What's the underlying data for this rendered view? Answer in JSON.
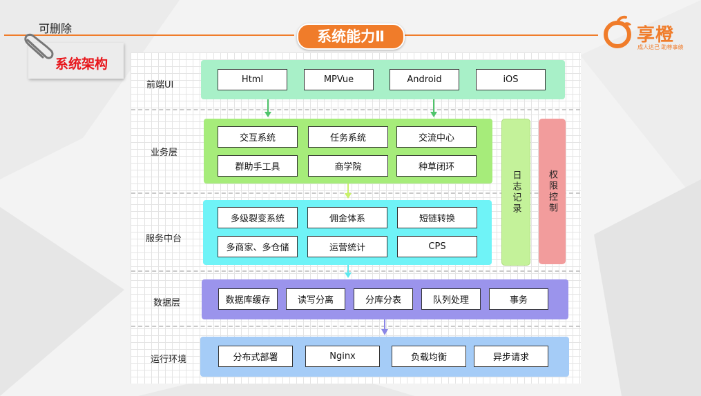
{
  "note": "可删除",
  "slide_title": "系统能力Ⅱ",
  "logo": {
    "name": "享橙",
    "slogan": "成人达己 助尊事绩"
  },
  "section_tag": "系统架构",
  "layers": [
    {
      "label": "前端UI",
      "items": [
        "Html",
        "MPVue",
        "Android",
        "iOS"
      ]
    },
    {
      "label": "业务层",
      "items": [
        "交互系统",
        "任务系统",
        "交流中心",
        "群助手工具",
        "商学院",
        "种草闭环"
      ]
    },
    {
      "label": "服务中台",
      "items": [
        "多级裂变系统",
        "佣金体系",
        "短链转换",
        "多商家、多仓储",
        "运营统计",
        "CPS"
      ]
    },
    {
      "label": "数据层",
      "items": [
        "数据库缓存",
        "读写分离",
        "分库分表",
        "队列处理",
        "事务"
      ]
    },
    {
      "label": "运行环境",
      "items": [
        "分布式部署",
        "Nginx",
        "负载均衡",
        "异步请求"
      ]
    }
  ],
  "side_bars": [
    {
      "label": "日志记录"
    },
    {
      "label": "权限控制"
    }
  ],
  "colors": {
    "accent": "#f07c2a",
    "frontend": "#a8f0c8",
    "business": "#a6ec7a",
    "service": "#6ff3f7",
    "data": "#9b94ec",
    "runtime": "#a5ccf7",
    "log_bar": "#c4f29a",
    "auth_bar": "#f29c9c"
  }
}
